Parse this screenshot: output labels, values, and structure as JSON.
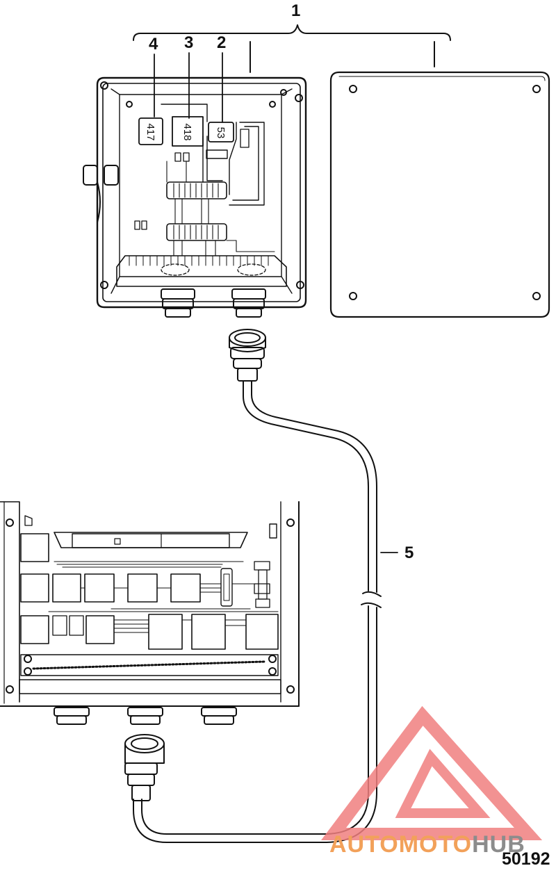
{
  "callouts": {
    "c1": "1",
    "c2": "2",
    "c3": "3",
    "c4": "4",
    "c5": "5"
  },
  "relays": {
    "r417": "417",
    "r418": "418",
    "r53": "53"
  },
  "figure_number": "50192",
  "watermark": {
    "auto": "AUTO",
    "moto": "MOTO",
    "hub": "HUB",
    "color_triangle": "#f07f7f",
    "color_text": "#f2a15a",
    "color_hub": "#8c8c8c"
  }
}
